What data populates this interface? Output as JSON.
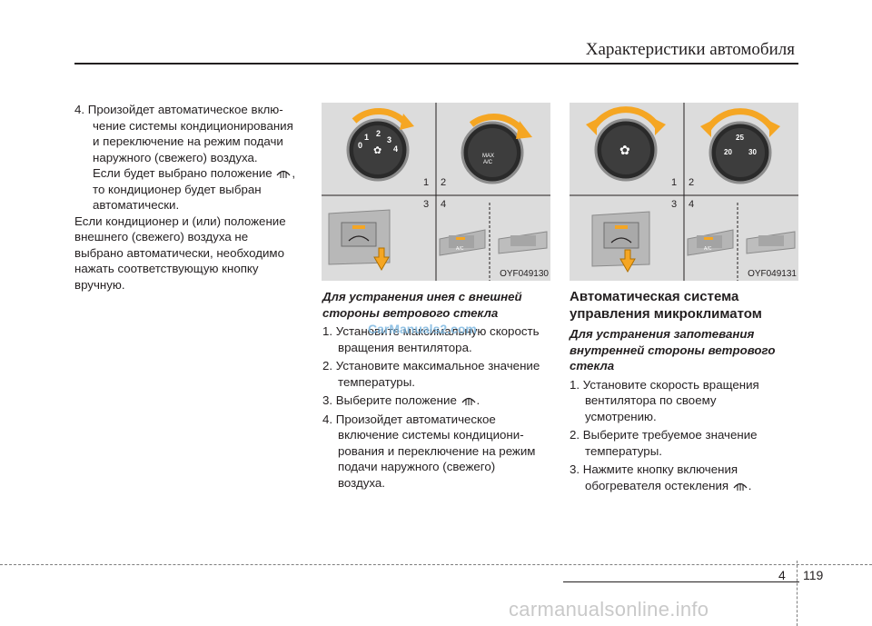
{
  "header": {
    "title": "Характеристики автомобиля"
  },
  "left_column": {
    "item4_lines": [
      "4. Произойдет автоматическое вклю-",
      "чение системы кондиционирования",
      "и переключение на режим подачи",
      "наружного (свежего) воздуха."
    ],
    "note_line1": "Если будет выбрано положение",
    "note_line1_end": ",",
    "note_line2": "то кондиционер будет выбран",
    "note_line3": "автоматически.",
    "para_lines": [
      "Если кондиционер и (или) положение",
      "внешнего (свежего) воздуха не",
      "выбрано автоматически, необходимо",
      "нажать соответствующую кнопку",
      "вручную."
    ]
  },
  "figure1": {
    "code": "OYF049130",
    "labels": [
      "1",
      "2",
      "3",
      "4"
    ],
    "knob1_ticks": [
      "0",
      "1",
      "2",
      "3",
      "4"
    ],
    "knob2_text": [
      "MAX",
      "A/C"
    ],
    "button_text": "A/C"
  },
  "figure2": {
    "code": "OYF049131",
    "labels": [
      "1",
      "2",
      "3",
      "4"
    ],
    "knob2_ticks": [
      "20",
      "25",
      "30"
    ],
    "button_text": "A/C"
  },
  "middle_column": {
    "heading_lines": [
      "Для устранения инея с внешней",
      "стороны ветрового стекла"
    ],
    "steps": [
      [
        "1. Установите максимальную скорость",
        "вращения вентилятора."
      ],
      [
        "2. Установите максимальное значение",
        "температуры."
      ],
      [
        "3. Выберите положение",
        "."
      ],
      [
        "4. Произойдет автоматическое",
        "включение системы кондициони-",
        "рования и переключение на режим",
        "подачи наружного (свежего)",
        "воздуха."
      ]
    ]
  },
  "right_column": {
    "title_lines": [
      "Автоматическая система",
      "управления микроклиматом"
    ],
    "heading_lines": [
      "Для устранения запотевания",
      "внутренней стороны ветрового",
      "стекла"
    ],
    "steps": [
      [
        "1. Установите скорость вращения",
        "вентилятора по своему",
        "усмотрению."
      ],
      [
        "2. Выберите требуемое значение",
        "температуры."
      ],
      [
        "3. Нажмите кнопку включения",
        "обогревателя остекления",
        "."
      ]
    ]
  },
  "footer": {
    "chapter": "4",
    "page": "119",
    "watermark": "carmanualsonline.info"
  },
  "overlay_watermark": "CarManuals2.com",
  "colors": {
    "text": "#231f20",
    "accent_red": "#d9272e",
    "figure_bg": "#dcdcdc",
    "arrow_orange": "#f5a623"
  }
}
